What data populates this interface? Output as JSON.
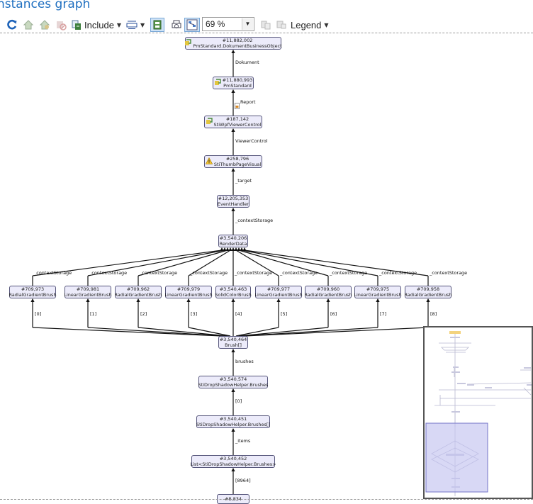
{
  "header": {
    "title": "nstances graph"
  },
  "toolbar": {
    "include_label": "Include",
    "zoom_value": "69 %",
    "legend_label": "Legend",
    "accent": "#1f6fc0"
  },
  "graph": {
    "nodes": {
      "n1": {
        "id": "#11,882,002",
        "type": "PmStandard.DokumentBusinessObject"
      },
      "n2": {
        "id": "#11,880,993",
        "type": "PmStandard"
      },
      "n3": {
        "id": "#187,142",
        "type": "StiWpfViewerControl"
      },
      "n4": {
        "id": "#258,796",
        "type": "StiThumbPageVisual"
      },
      "n5": {
        "id": "#12,205,353",
        "type": "EventHandler"
      },
      "n6": {
        "id": "#3,540,206",
        "type": "RenderData"
      },
      "b0": {
        "id": "#709,973",
        "type": "RadialGradientBrush"
      },
      "b1": {
        "id": "#709,981",
        "type": "LinearGradientBrush"
      },
      "b2": {
        "id": "#709,962",
        "type": "RadialGradientBrush"
      },
      "b3": {
        "id": "#709,979",
        "type": "LinearGradientBrush"
      },
      "b4": {
        "id": "#3,540,463",
        "type": "SolidColorBrush"
      },
      "b5": {
        "id": "#709,977",
        "type": "LinearGradientBrush"
      },
      "b6": {
        "id": "#709,960",
        "type": "RadialGradientBrush"
      },
      "b7": {
        "id": "#709,975",
        "type": "LinearGradientBrush"
      },
      "b8": {
        "id": "#709,958",
        "type": "RadialGradientBrush"
      },
      "n7": {
        "id": "#3,540,464",
        "type": "Brush[]"
      },
      "n8": {
        "id": "#3,540,574",
        "type": "StiDropShadowHelper.Brushes"
      },
      "n9": {
        "id": "#3,540,451",
        "type": "StiDropShadowHelper.Brushes[]"
      },
      "n10": {
        "id": "#3,540,452",
        "type": "List<StiDropShadowHelper.Brushes>"
      },
      "n11": {
        "id": "#8,834"
      }
    },
    "edges": {
      "e1": "Dokument",
      "e2": "Report",
      "e3": "ViewerControl",
      "e4": "_target",
      "e5": "_contextStorage",
      "cs": "_contextStorage",
      "i0": "[0]",
      "i1": "[1]",
      "i2": "[2]",
      "i3": "[3]",
      "i4": "[4]",
      "i5": "[5]",
      "i6": "[6]",
      "i7": "[7]",
      "i8": "[8]",
      "e6": "brushes",
      "e7": "[0]",
      "e8": "_items",
      "e9": "[8964]"
    }
  }
}
